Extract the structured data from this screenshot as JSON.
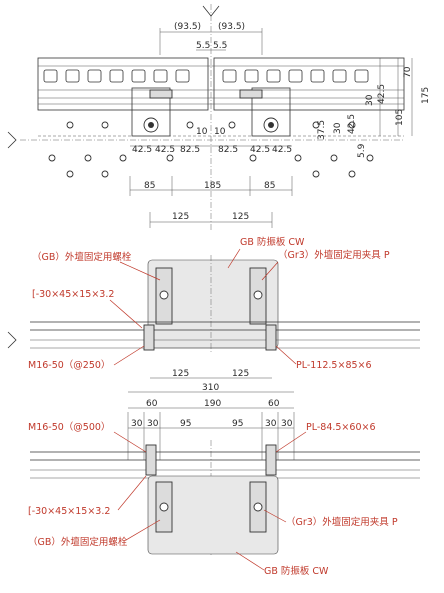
{
  "top_view": {
    "top_dims": [
      "(93.5)",
      "(93.5)"
    ],
    "gap_dims": [
      "5.5",
      "5.5"
    ],
    "right_dims": [
      "70",
      "175",
      "105"
    ],
    "right_small_dims": [
      "30",
      "42.5",
      "42.5",
      "30",
      "37.5",
      "5.9"
    ],
    "center_dims": [
      "10",
      "10"
    ],
    "bolt_dims": [
      "42.5",
      "42.5",
      "82.5",
      "82.5",
      "42.5",
      "42.5"
    ],
    "bottom_dims": [
      "85",
      "185",
      "85"
    ]
  },
  "middle_view": {
    "top_dims": [
      "125",
      "125"
    ],
    "labels": {
      "top_plate": "GB 防振板 CW",
      "left_bolt": "（GB）外壇固定用螺栓",
      "left_channel": "[-30×45×15×3.2",
      "right_clamp": "（Gr3）外壇固定用夹具 P",
      "bolt_spec": "M16-50（@250）",
      "plate_spec": "PL-112.5×85×6"
    }
  },
  "bottom_view": {
    "top_dims": [
      "125",
      "125"
    ],
    "span": "310",
    "dims_row": [
      "60",
      "190",
      "60"
    ],
    "dims_row2": [
      "30",
      "30",
      "95",
      "95",
      "30",
      "30"
    ],
    "labels": {
      "bolt_spec": "M16-50（@500）",
      "plate_spec": "PL-84.5×60×6",
      "left_channel": "[-30×45×15×3.2",
      "left_bolt": "（GB）外壇固定用螺栓",
      "right_clamp": "（Gr3）外壇固定用夹具 P",
      "bottom_plate": "GB 防振板 CW"
    }
  }
}
